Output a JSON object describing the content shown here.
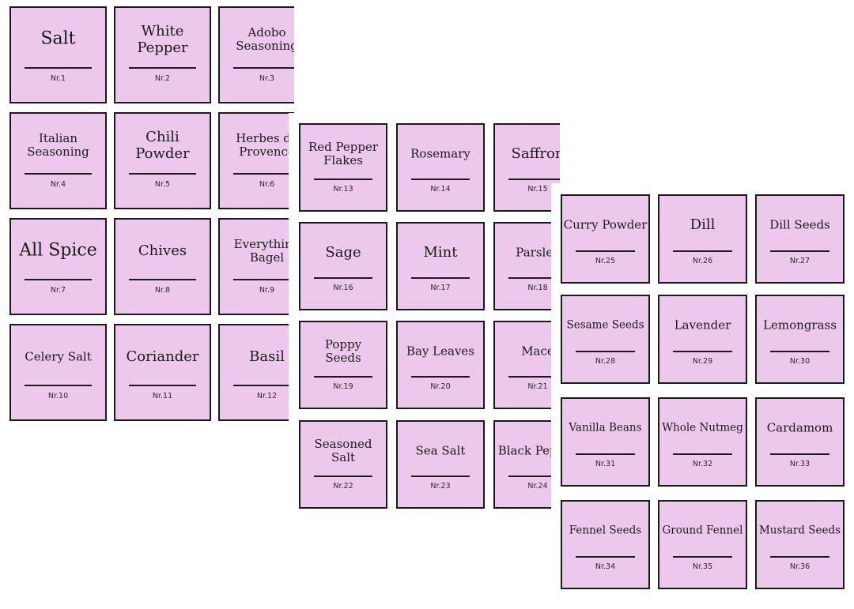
{
  "sheets": [
    {
      "labels": [
        {
          "name": "Salt",
          "nr": "Nr.1"
        },
        {
          "name": "White\nPepper",
          "nr": "Nr.2"
        },
        {
          "name": "Adobo\nSeasoning",
          "nr": "Nr.3"
        },
        {
          "name": "Italian\nSeasoning",
          "nr": "Nr.4"
        },
        {
          "name": "Chili\nPowder",
          "nr": "Nr.5"
        },
        {
          "name": "Herbes de\nProvence",
          "nr": "Nr.6"
        },
        {
          "name": "All Spice",
          "nr": "Nr.7"
        },
        {
          "name": "Chives",
          "nr": "Nr.8"
        },
        {
          "name": "Everything\nBagel",
          "nr": "Nr.9"
        },
        {
          "name": "Celery Salt",
          "nr": "Nr.10"
        },
        {
          "name": "Coriander",
          "nr": "Nr.11"
        },
        {
          "name": "Basil",
          "nr": "Nr.12"
        }
      ]
    },
    {
      "labels": [
        {
          "name": "Red Pepper\nFlakes",
          "nr": "Nr.13"
        },
        {
          "name": "Rosemary",
          "nr": "Nr.14"
        },
        {
          "name": "Saffron",
          "nr": "Nr.15"
        },
        {
          "name": "Sage",
          "nr": "Nr.16"
        },
        {
          "name": "Mint",
          "nr": "Nr.17"
        },
        {
          "name": "Parsley",
          "nr": "Nr.18"
        },
        {
          "name": "Poppy\nSeeds",
          "nr": "Nr.19"
        },
        {
          "name": "Bay Leaves",
          "nr": "Nr.20"
        },
        {
          "name": "Mace",
          "nr": "Nr.21"
        },
        {
          "name": "Seasoned\nSalt",
          "nr": "Nr.22"
        },
        {
          "name": "Sea Salt",
          "nr": "Nr.23"
        },
        {
          "name": "Black Pepper",
          "nr": "Nr.24"
        }
      ]
    },
    {
      "labels": [
        {
          "name": "Curry Powder",
          "nr": "Nr.25"
        },
        {
          "name": "Dill",
          "nr": "Nr.26"
        },
        {
          "name": "Dill Seeds",
          "nr": "Nr.27"
        },
        {
          "name": "Sesame Seeds",
          "nr": "Nr.28"
        },
        {
          "name": "Lavender",
          "nr": "Nr.29"
        },
        {
          "name": "Lemongrass",
          "nr": "Nr.30"
        },
        {
          "name": "Vanilla Beans",
          "nr": "Nr.31"
        },
        {
          "name": "Whole Nutmeg",
          "nr": "Nr.32"
        },
        {
          "name": "Cardamom",
          "nr": "Nr.33"
        },
        {
          "name": "Fennel Seeds",
          "nr": "Nr.34"
        },
        {
          "name": "Ground Fennel",
          "nr": "Nr.35"
        },
        {
          "name": "Mustard Seeds",
          "nr": "Nr.36"
        }
      ]
    }
  ],
  "colors": {
    "label_fill": "#ecc9ec",
    "border": "#1a1a1a"
  }
}
